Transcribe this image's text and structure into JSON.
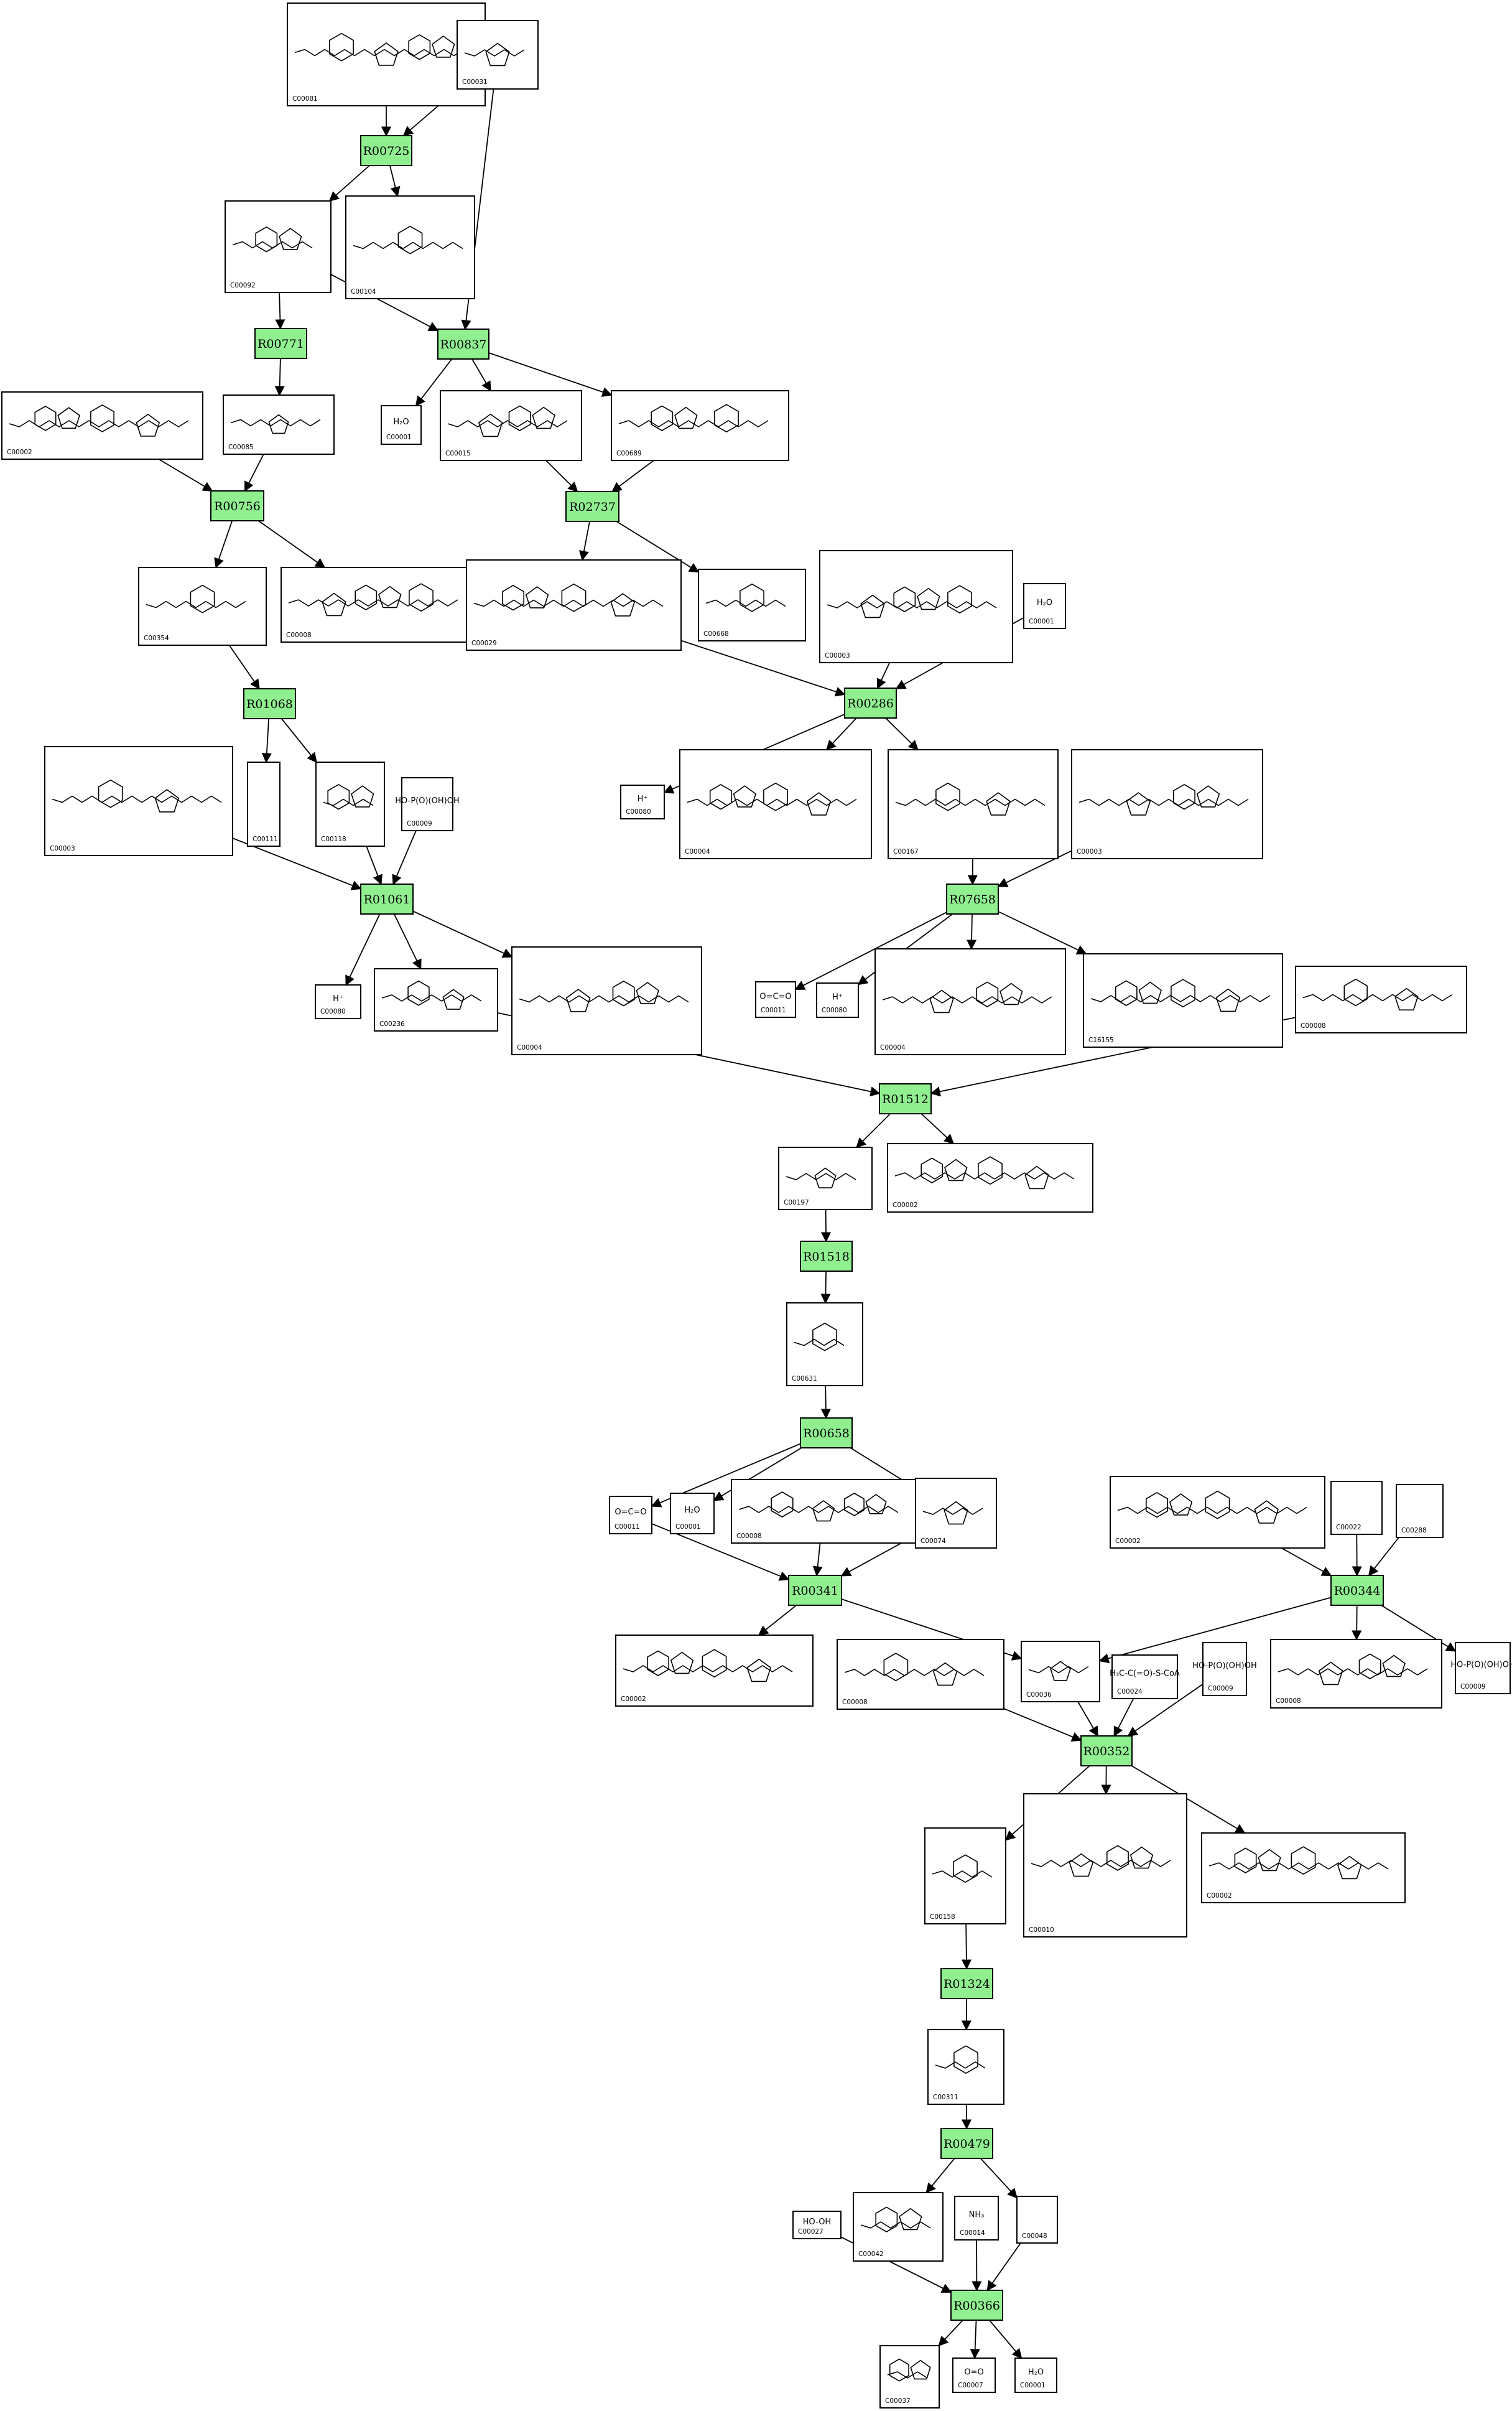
{
  "pathway": {
    "compounds": [
      {
        "id": "n1",
        "label": "C00081",
        "formula": ""
      },
      {
        "id": "n2",
        "label": "C00031",
        "formula": ""
      },
      {
        "id": "n3",
        "label": "C00092",
        "formula": ""
      },
      {
        "id": "n4",
        "label": "C00104",
        "formula": ""
      },
      {
        "id": "n5",
        "label": "C00085",
        "formula": ""
      },
      {
        "id": "n6",
        "label": "C00002",
        "formula": ""
      },
      {
        "id": "n7",
        "label": "C00001",
        "formula": "H₂O"
      },
      {
        "id": "n8",
        "label": "C00015",
        "formula": ""
      },
      {
        "id": "n9",
        "label": "C00689",
        "formula": ""
      },
      {
        "id": "n10",
        "label": "C00354",
        "formula": ""
      },
      {
        "id": "n11",
        "label": "C00008",
        "formula": ""
      },
      {
        "id": "n12",
        "label": "C00029",
        "formula": ""
      },
      {
        "id": "n13",
        "label": "C00668",
        "formula": ""
      },
      {
        "id": "n14",
        "label": "C00003",
        "formula": ""
      },
      {
        "id": "n15",
        "label": "C00001",
        "formula": "H₂O"
      },
      {
        "id": "n16",
        "label": "C00003",
        "formula": ""
      },
      {
        "id": "n17",
        "label": "C00111",
        "formula": ""
      },
      {
        "id": "n18",
        "label": "C00118",
        "formula": ""
      },
      {
        "id": "n19",
        "label": "C00009",
        "formula": "HO-P(O)(OH)OH"
      },
      {
        "id": "n20",
        "label": "C00080",
        "formula": "H⁺"
      },
      {
        "id": "n21",
        "label": "C00004",
        "formula": ""
      },
      {
        "id": "n22",
        "label": "C00167",
        "formula": ""
      },
      {
        "id": "n23",
        "label": "C00003",
        "formula": ""
      },
      {
        "id": "n24",
        "label": "C00080",
        "formula": "H⁺"
      },
      {
        "id": "n25",
        "label": "C00236",
        "formula": ""
      },
      {
        "id": "n26",
        "label": "C00004",
        "formula": ""
      },
      {
        "id": "n27",
        "label": "C00011",
        "formula": "O=C=O"
      },
      {
        "id": "n28",
        "label": "C00080",
        "formula": "H⁺"
      },
      {
        "id": "n29",
        "label": "C00004",
        "formula": ""
      },
      {
        "id": "n30",
        "label": "C16155",
        "formula": ""
      },
      {
        "id": "n31",
        "label": "C00008",
        "formula": ""
      },
      {
        "id": "n32",
        "label": "C00197",
        "formula": ""
      },
      {
        "id": "n33",
        "label": "C00002",
        "formula": ""
      },
      {
        "id": "n34",
        "label": "C00631",
        "formula": ""
      },
      {
        "id": "n35",
        "label": "C00011",
        "formula": "O=C=O"
      },
      {
        "id": "n36",
        "label": "C00001",
        "formula": "H₂O"
      },
      {
        "id": "n37",
        "label": "C00008",
        "formula": ""
      },
      {
        "id": "n38",
        "label": "C00074",
        "formula": ""
      },
      {
        "id": "n39",
        "label": "C00002",
        "formula": ""
      },
      {
        "id": "n40",
        "label": "C00022",
        "formula": ""
      },
      {
        "id": "n41",
        "label": "C00288",
        "formula": ""
      },
      {
        "id": "n42",
        "label": "C00002",
        "formula": ""
      },
      {
        "id": "n43",
        "label": "C00008",
        "formula": ""
      },
      {
        "id": "n44",
        "label": "C00036",
        "formula": ""
      },
      {
        "id": "n45",
        "label": "C00024",
        "formula": "H₃C-C(=O)-S-CoA"
      },
      {
        "id": "n46",
        "label": "C00009",
        "formula": "HO-P(O)(OH)OH"
      },
      {
        "id": "n47",
        "label": "C00008",
        "formula": ""
      },
      {
        "id": "n48",
        "label": "C00009",
        "formula": "HO-P(O)(OH)OH"
      },
      {
        "id": "n49",
        "label": "C00158",
        "formula": ""
      },
      {
        "id": "n50",
        "label": "C00010",
        "formula": ""
      },
      {
        "id": "n51",
        "label": "C00002",
        "formula": ""
      },
      {
        "id": "n52",
        "label": "C00311",
        "formula": ""
      },
      {
        "id": "n53",
        "label": "C00027",
        "formula": "HO-OH"
      },
      {
        "id": "n54",
        "label": "C00042",
        "formula": ""
      },
      {
        "id": "n55",
        "label": "C00014",
        "formula": "NH₃"
      },
      {
        "id": "n56",
        "label": "C00048",
        "formula": ""
      },
      {
        "id": "n57",
        "label": "C00037",
        "formula": ""
      },
      {
        "id": "n58",
        "label": "C00007",
        "formula": "O=O"
      },
      {
        "id": "n59",
        "label": "C00001",
        "formula": "H₂O"
      }
    ],
    "reactions": [
      {
        "id": "r1",
        "label": "R00725"
      },
      {
        "id": "r2",
        "label": "R00771"
      },
      {
        "id": "r3",
        "label": "R00837"
      },
      {
        "id": "r4",
        "label": "R00756"
      },
      {
        "id": "r5",
        "label": "R02737"
      },
      {
        "id": "r6",
        "label": "R01068"
      },
      {
        "id": "r7",
        "label": "R00286"
      },
      {
        "id": "r8",
        "label": "R01061"
      },
      {
        "id": "r9",
        "label": "R07658"
      },
      {
        "id": "r10",
        "label": "R01512"
      },
      {
        "id": "r11",
        "label": "R01518"
      },
      {
        "id": "r12",
        "label": "R00658"
      },
      {
        "id": "r13",
        "label": "R00341"
      },
      {
        "id": "r14",
        "label": "R00344"
      },
      {
        "id": "r15",
        "label": "R00352"
      },
      {
        "id": "r16",
        "label": "R01324"
      },
      {
        "id": "r17",
        "label": "R00479"
      },
      {
        "id": "r18",
        "label": "R00366"
      }
    ],
    "edges": [
      [
        "n1",
        "r1"
      ],
      [
        "n2",
        "r1"
      ],
      [
        "r1",
        "n3"
      ],
      [
        "r1",
        "n4"
      ],
      [
        "n3",
        "r2"
      ],
      [
        "n3",
        "r3"
      ],
      [
        "n2",
        "r3"
      ],
      [
        "r2",
        "n5"
      ],
      [
        "r3",
        "n7"
      ],
      [
        "r3",
        "n8"
      ],
      [
        "r3",
        "n9"
      ],
      [
        "n6",
        "r4"
      ],
      [
        "n5",
        "r4"
      ],
      [
        "n8",
        "r5"
      ],
      [
        "n9",
        "r5"
      ],
      [
        "r4",
        "n10"
      ],
      [
        "r4",
        "n11"
      ],
      [
        "r5",
        "n12"
      ],
      [
        "r5",
        "n13"
      ],
      [
        "n10",
        "r6"
      ],
      [
        "n12",
        "r7"
      ],
      [
        "n14",
        "r7"
      ],
      [
        "n15",
        "r7"
      ],
      [
        "r6",
        "n17"
      ],
      [
        "r6",
        "n18"
      ],
      [
        "n16",
        "r8"
      ],
      [
        "n18",
        "r8"
      ],
      [
        "n19",
        "r8"
      ],
      [
        "r7",
        "n20"
      ],
      [
        "r7",
        "n21"
      ],
      [
        "r7",
        "n22"
      ],
      [
        "n22",
        "r9"
      ],
      [
        "n23",
        "r9"
      ],
      [
        "r8",
        "n24"
      ],
      [
        "r8",
        "n25"
      ],
      [
        "r8",
        "n26"
      ],
      [
        "r9",
        "n27"
      ],
      [
        "r9",
        "n28"
      ],
      [
        "r9",
        "n29"
      ],
      [
        "r9",
        "n30"
      ],
      [
        "n25",
        "r10"
      ],
      [
        "n31",
        "r10"
      ],
      [
        "r10",
        "n32"
      ],
      [
        "r10",
        "n33"
      ],
      [
        "n32",
        "r11"
      ],
      [
        "r11",
        "n34"
      ],
      [
        "n34",
        "r12"
      ],
      [
        "r12",
        "n35"
      ],
      [
        "r12",
        "n36"
      ],
      [
        "r12",
        "n38"
      ],
      [
        "n35",
        "r13"
      ],
      [
        "n37",
        "r13"
      ],
      [
        "n38",
        "r13"
      ],
      [
        "n39",
        "r14"
      ],
      [
        "n40",
        "r14"
      ],
      [
        "n41",
        "r14"
      ],
      [
        "r13",
        "n42"
      ],
      [
        "r13",
        "n44"
      ],
      [
        "r14",
        "n44"
      ],
      [
        "r14",
        "n47"
      ],
      [
        "r14",
        "n48"
      ],
      [
        "n44",
        "r15"
      ],
      [
        "n45",
        "r15"
      ],
      [
        "n46",
        "r15"
      ],
      [
        "n43",
        "r15"
      ],
      [
        "r15",
        "n49"
      ],
      [
        "r15",
        "n50"
      ],
      [
        "r15",
        "n51"
      ],
      [
        "n49",
        "r16"
      ],
      [
        "r16",
        "n52"
      ],
      [
        "n52",
        "r17"
      ],
      [
        "r17",
        "n54"
      ],
      [
        "r17",
        "n56"
      ],
      [
        "n53",
        "r18"
      ],
      [
        "n55",
        "r18"
      ],
      [
        "n56",
        "r18"
      ],
      [
        "r18",
        "n57"
      ],
      [
        "r18",
        "n58"
      ],
      [
        "r18",
        "n59"
      ]
    ]
  }
}
